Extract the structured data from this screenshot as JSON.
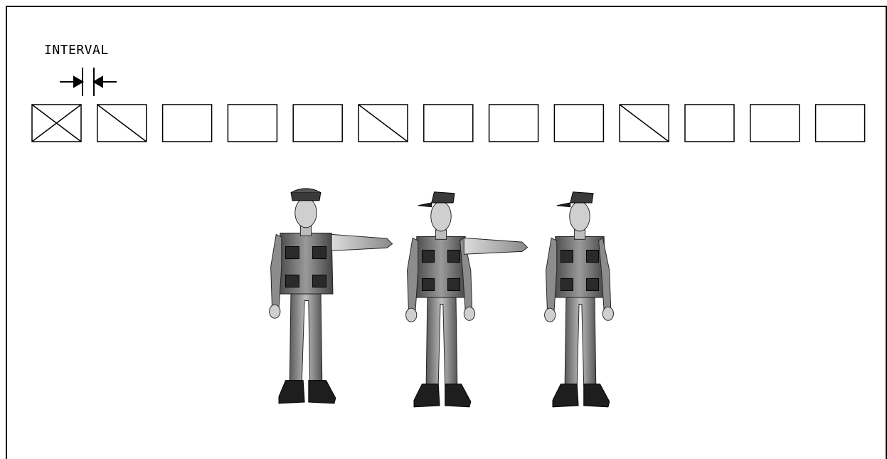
{
  "diagram": {
    "label": "INTERVAL",
    "formation": {
      "boxes": [
        {
          "mark": "cross"
        },
        {
          "mark": "diagonal"
        },
        {
          "mark": "none"
        },
        {
          "mark": "none"
        },
        {
          "mark": "none"
        },
        {
          "mark": "diagonal"
        },
        {
          "mark": "none"
        },
        {
          "mark": "none"
        },
        {
          "mark": "none"
        },
        {
          "mark": "diagonal"
        },
        {
          "mark": "none"
        },
        {
          "mark": "none"
        },
        {
          "mark": "none"
        }
      ]
    },
    "figures": [
      {
        "name": "soldier-1",
        "pose": "facing-front-arm-extended"
      },
      {
        "name": "soldier-2",
        "pose": "facing-left-arm-extended"
      },
      {
        "name": "soldier-3",
        "pose": "facing-left"
      }
    ],
    "colors": {
      "line": "#000000",
      "uniform_dark": "#3a3a3a",
      "uniform_mid": "#7a7a7a",
      "uniform_light": "#bdbdbd",
      "skin": "#cfcfcf"
    }
  }
}
